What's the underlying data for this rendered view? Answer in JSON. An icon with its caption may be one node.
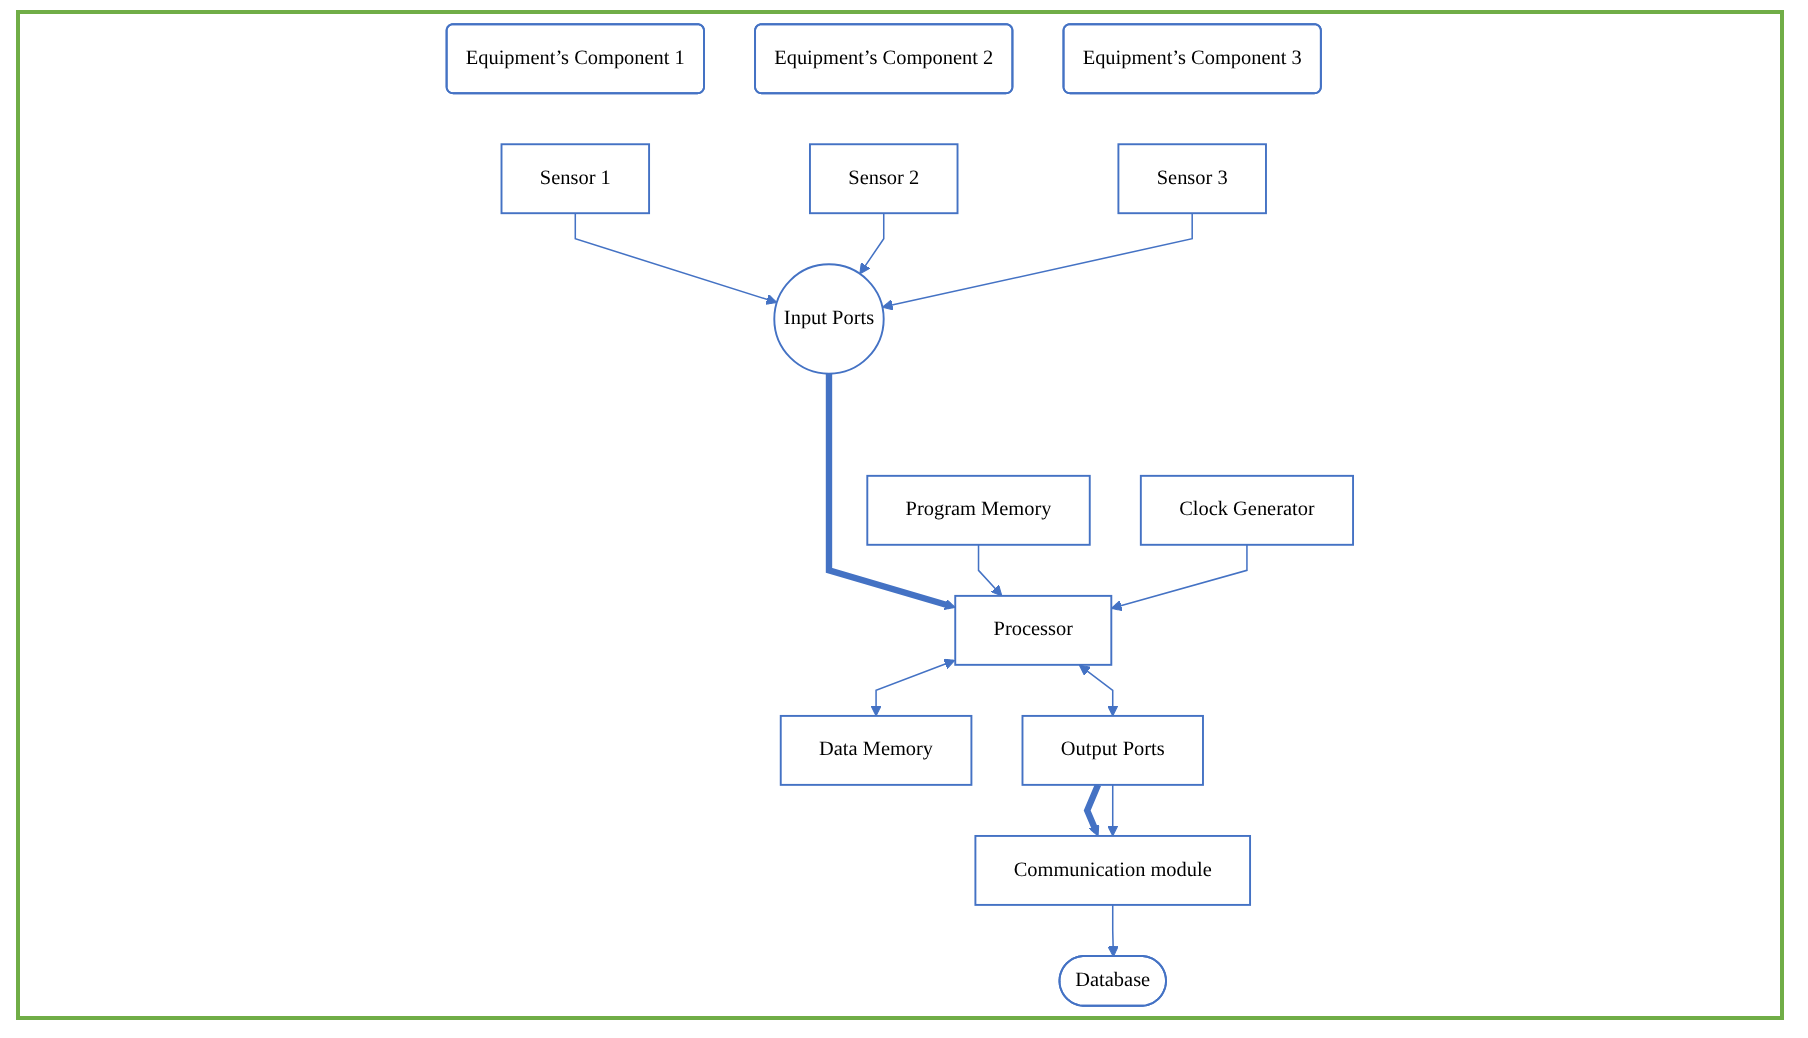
{
  "diagram": {
    "nodes": [
      {
        "text": [
          "Equipment’s Component 1"
        ]
      },
      {
        "text": [
          "Equipment’s Component 2"
        ]
      },
      {
        "text": [
          "Equipment’s Component 3"
        ]
      },
      {
        "text": [
          "Sensor 1"
        ]
      },
      {
        "text": [
          "Sensor 2"
        ]
      },
      {
        "text": [
          "Sensor 3"
        ]
      },
      {
        "text": [
          "Input Ports"
        ]
      },
      {
        "text": [
          "Program Memory"
        ]
      },
      {
        "text": [
          "Clock Generator"
        ]
      },
      {
        "text": [
          "Processor"
        ]
      },
      {
        "text": [
          "Data Memory"
        ]
      },
      {
        "text": [
          "Output Ports"
        ]
      },
      {
        "text": [
          "Database"
        ]
      },
      {
        "text": [
          "Communication module"
        ]
      }
    ],
    "edges": [
      {
        "from": 3,
        "to": 6,
        "arrow": "to"
      },
      {
        "from": 4,
        "to": 6,
        "arrow": "to"
      },
      {
        "from": 5,
        "to": 6,
        "arrow": "to"
      },
      {
        "from": 6,
        "to": 9,
        "arrow": "to",
        "style": "thick"
      },
      {
        "from": 7,
        "to": 9,
        "arrow": "to"
      },
      {
        "from": 8,
        "to": 9,
        "arrow": "to"
      },
      {
        "from": 9,
        "to": 10,
        "arrow": "both"
      },
      {
        "from": 9,
        "to": 11,
        "arrow": "both"
      },
      {
        "from": 11,
        "to": 13,
        "arrow": "to",
        "style": "thick"
      },
      {
        "from": 11,
        "to": 13,
        "arrow": "to"
      },
      {
        "from": 13,
        "to": 12,
        "arrow": "to"
      }
    ]
  }
}
